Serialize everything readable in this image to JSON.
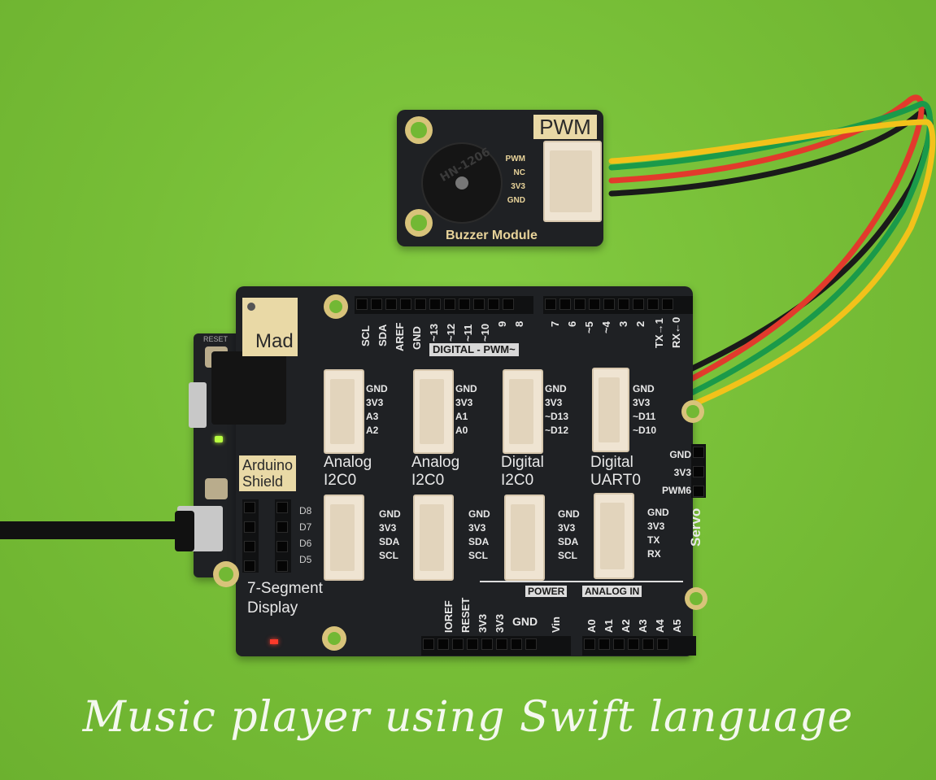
{
  "caption": "Music player using Swift language",
  "colors": {
    "background": "#7ac23a",
    "pcb": "#1f2124",
    "silkscreen_label_bg": "#e9d9a6",
    "wire_red": "#e23a2c",
    "wire_green": "#1a9a4a",
    "wire_yellow": "#f2c21a",
    "wire_black": "#1a1a1a"
  },
  "buzzer_module": {
    "tag": "PWM",
    "title": "Buzzer Module",
    "buzzer_marking": "HN-1206",
    "pins": [
      "PWM",
      "NC",
      "3V3",
      "GND"
    ]
  },
  "shield": {
    "brand_label": "Mad",
    "shield_label_line1": "Arduino",
    "shield_label_line2": "Shield",
    "reset_label": "RESET",
    "digital_header_title": "DIGITAL - PWM~",
    "digital_pins": [
      "SCL",
      "SDA",
      "AREF",
      "GND",
      "~13",
      "~12",
      "~11",
      "~10",
      "9",
      "8",
      "7",
      "6",
      "~5",
      "~4",
      "3",
      "2",
      "TX→1",
      "RX←0"
    ],
    "top_connectors": [
      {
        "name_line1": "Analog",
        "name_line2": "I2C0",
        "pins": [
          "GND",
          "3V3",
          "A3",
          "A2"
        ]
      },
      {
        "name_line1": "Analog",
        "name_line2": "I2C0",
        "pins": [
          "GND",
          "3V3",
          "A1",
          "A0"
        ]
      },
      {
        "name_line1": "Digital",
        "name_line2": "I2C0",
        "pins": [
          "GND",
          "3V3",
          "~D13",
          "~D12"
        ]
      },
      {
        "name_line1": "Digital",
        "name_line2": "UART0",
        "pins": [
          "GND",
          "3V3",
          "~D11",
          "~D10"
        ]
      }
    ],
    "bottom_connectors": [
      {
        "pins": [
          "GND",
          "3V3",
          "SDA",
          "SCL"
        ]
      },
      {
        "pins": [
          "GND",
          "3V3",
          "SDA",
          "SCL"
        ]
      },
      {
        "pins": [
          "GND",
          "3V3",
          "SDA",
          "SCL"
        ]
      },
      {
        "pins": [
          "GND",
          "3V3",
          "TX",
          "RX"
        ]
      }
    ],
    "servo": {
      "label": "Servo",
      "pins": [
        "GND",
        "3V3",
        "PWM6"
      ]
    },
    "segment_display": {
      "line1": "7-Segment",
      "line2": "Display",
      "pins": [
        "D8",
        "D7",
        "D6",
        "D5"
      ]
    },
    "power_header": {
      "title": "POWER",
      "pins": [
        "IOREF",
        "RESET",
        "3V3",
        "3V3",
        "GND",
        "Vin"
      ]
    },
    "analog_header": {
      "title": "ANALOG IN",
      "pins": [
        "A0",
        "A1",
        "A2",
        "A3",
        "A4",
        "A5"
      ]
    }
  }
}
